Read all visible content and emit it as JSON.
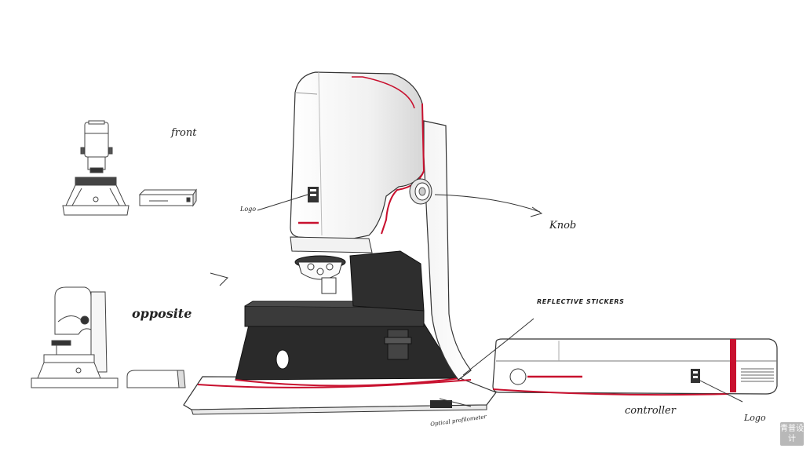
{
  "annotations": {
    "front": "front",
    "opposite": "opposite",
    "logo_microscope": "Logo",
    "knob": "Knob",
    "reflective_stickers": "REFLECTIVE STICKERS",
    "controller": "controller",
    "logo_controller": "Logo",
    "optical_profilometer": "Optical profilometer"
  },
  "watermark": "青普设计",
  "colors": {
    "accent_red": "#c8102e",
    "body_black": "#2a2a2a",
    "line": "#333333"
  }
}
